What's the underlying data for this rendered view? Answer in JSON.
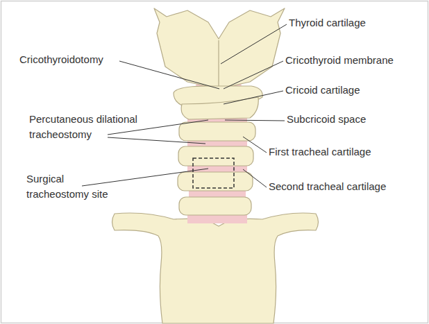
{
  "diagram": {
    "labels": [
      "Thyroid cartilage",
      "Cricothyroidotomy",
      "Cricothyroid membrane",
      "Cricoid cartilage",
      "Percutaneous dilational tracheostomy",
      "Subcricoid space",
      "First tracheal cartilage",
      "Surgical tracheostomy site",
      "Second tracheal cartilage"
    ]
  }
}
